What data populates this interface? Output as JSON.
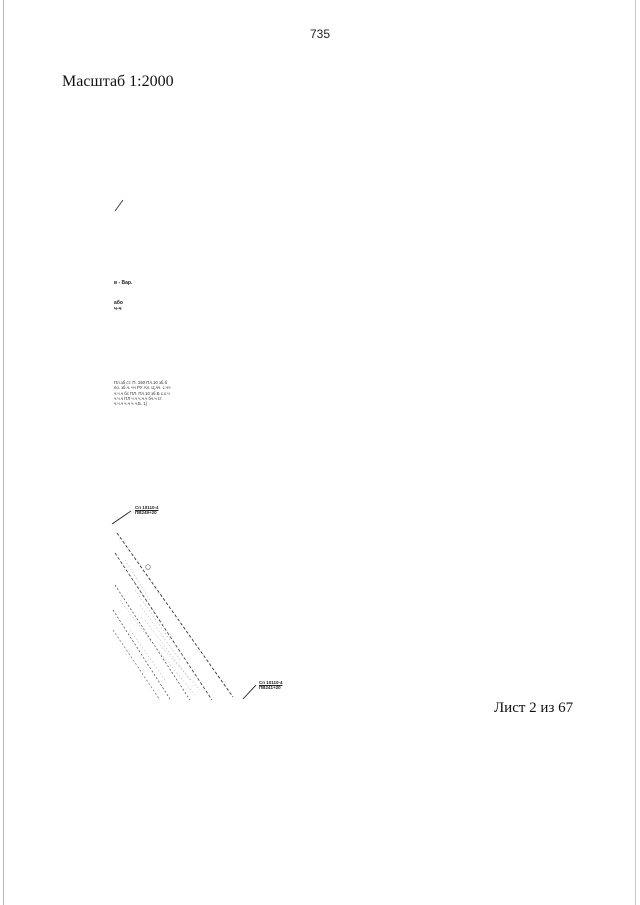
{
  "header": {
    "page_number": "735"
  },
  "map": {
    "scale_label": "Масштаб 1:2000",
    "label_a": "в - Вар.",
    "label_b": "або",
    "label_c": "ч-ч",
    "note_lines": [
      "Пл.зб ст. П. 150 Пл.10 зб.б",
      "по. зб.ч. чч РУ Ал. Ц.чч. с.чч",
      "ч.ч.ч бс ПЛ. Пл.10 зб.Б с.с.ч",
      "ч.ч.ч ПЛ ч.ч ч.ч.ч бч.ч ст",
      "ч.ч.ч ч.ч ч.ч.Б. 1)"
    ],
    "callout_top": {
      "line1": "Сп 10110-4",
      "line2": "ПВ249+20"
    },
    "callout_bottom": {
      "line1": "Сп 10110-4",
      "line2": "ПВ241+20"
    }
  },
  "footer": {
    "sheet_label": "Лист 2 из 67"
  }
}
